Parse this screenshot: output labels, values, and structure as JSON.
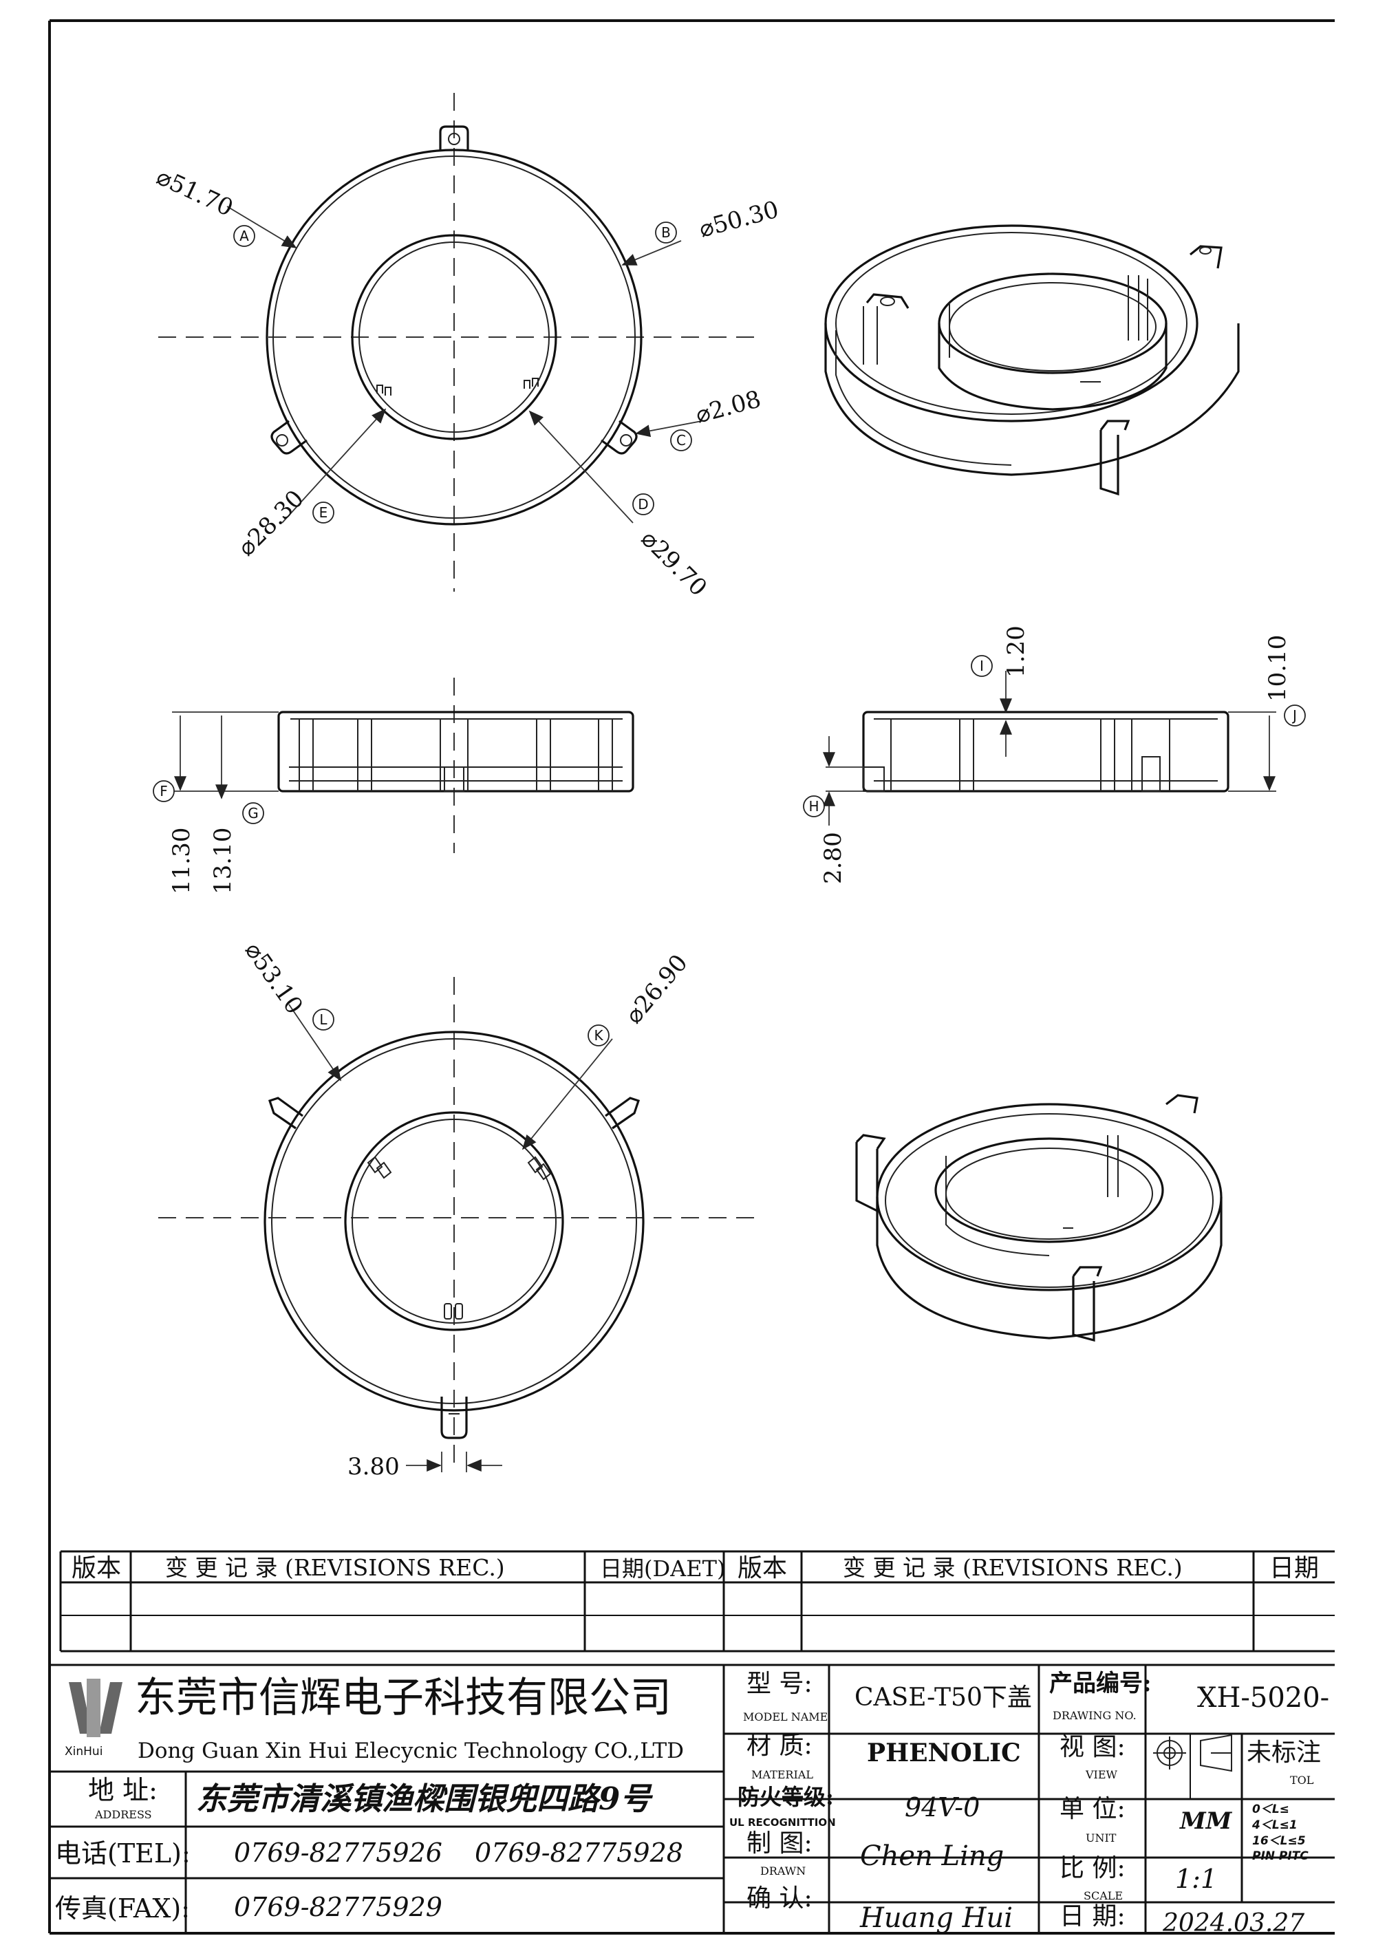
{
  "dimensions": {
    "A": {
      "bubble": "A",
      "value": "⌀51.70"
    },
    "B": {
      "bubble": "B",
      "value": "⌀50.30"
    },
    "C": {
      "bubble": "C",
      "value": "⌀2.08"
    },
    "D": {
      "bubble": "D",
      "value": "⌀29.70"
    },
    "E": {
      "bubble": "E",
      "value": "⌀28.30"
    },
    "F": {
      "bubble": "F",
      "value": "11.30"
    },
    "G": {
      "bubble": "G",
      "value": "13.10"
    },
    "H": {
      "bubble": "H",
      "value": "2.80"
    },
    "I": {
      "bubble": "I",
      "value": "1.20"
    },
    "J": {
      "bubble": "J",
      "value": "10.10"
    },
    "K": {
      "bubble": "K",
      "value": "⌀26.90"
    },
    "L": {
      "bubble": "L",
      "value": "⌀53.10"
    },
    "tab_width": {
      "value": "3.80"
    }
  },
  "revisions": {
    "col_version": "版本",
    "col_record": "变 更 记 录  (REVISIONS REC.)",
    "col_date": "日期(DAET)",
    "col_version2": "版本",
    "col_record2": "变 更 记 录  (REVISIONS REC.)",
    "col_date2": "日期"
  },
  "company": {
    "logo_caption": "XinHui",
    "name_cn": "东莞市信辉电子科技有限公司",
    "name_en": "Dong Guan Xin Hui Elecycnic Technology CO.,LTD",
    "address_label": "地  址:",
    "address_label_en": "ADDRESS",
    "address": "东莞市清溪镇渔樑围银兜四路9号",
    "tel_label": "电话(TEL):",
    "tel1": "0769-82775926",
    "tel2": "0769-82775928",
    "fax_label": "传真(FAX):",
    "fax": "0769-82775929"
  },
  "fields": {
    "model_label": "型  号:",
    "model_label_en": "MODEL NAME",
    "model": "CASE-T50下盖",
    "material_label": "材  质:",
    "material_label_en": "MATERIAL",
    "material": "PHENOLIC",
    "ul_label": "防火等级:",
    "ul_label_en": "UL RECOGNITTION",
    "ul": "94V-0",
    "drawn_label": "制  图:",
    "drawn_label_en": "DRAWN",
    "drawn": "Chen Ling",
    "check_label": "确  认:",
    "check": "Huang Hui",
    "drawing_no_label": "产品编号:",
    "drawing_no_label_en": "DRAWING NO.",
    "drawing_no": "XH-5020-",
    "view_label": "视  图:",
    "view_label_en": "VIEW",
    "unit_label": "单  位:",
    "unit_label_en": "UNIT",
    "unit": "MM",
    "scale_label": "比  例:",
    "scale_label_en": "SCALE",
    "scale": "1:1",
    "date_label": "日  期:",
    "date": "2024.03.27",
    "tol_label": "未标注",
    "tol_label_en": "TOL",
    "tol_1": "0＜L≤",
    "tol_2": "4＜L≤1",
    "tol_3": "16＜L≤5",
    "tol_4": "PIN PITC"
  }
}
